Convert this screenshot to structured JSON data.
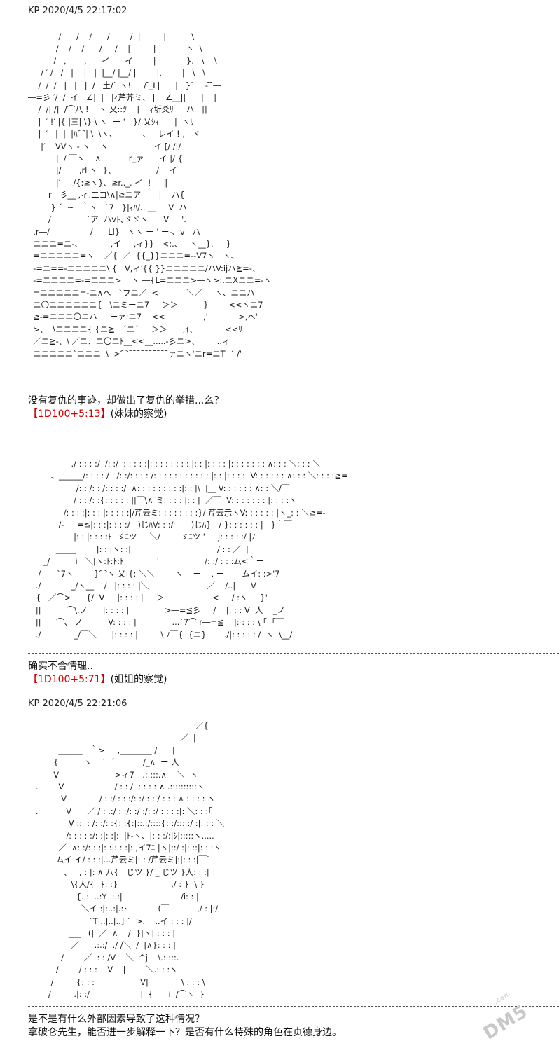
{
  "posts": [
    {
      "stamp": "KP 2020/4/5 22:17:02",
      "art": "            /      /    /      /        /  |         |          \\\n           /    /    /      /     /    |         |            ヽ  \\\n          /   ,       ,      イ      イ        |            }.   \\    \\\n     / ′ /   /   |    |   |  |__/ |__/ |        |,        |   \\   \\\n    /  /  /   |   |   |  /   土/` ヽ!     / ̄_L|      |   }` ー- ̄ ̄―\n―=彡 ′/  /  イ   ∠|  |   |ｨ芹芥ミ、 |    ∠__||      |    |\n    /  /| /|  /⌒八 !    ヽ 乂::ﾂ    |    ｨ圻爻ﾘ     ハ   ||\n    |  ′ !′ |{ |三| \\} \\ ヽ  ー '   }/ 乂ｼｨ      |  ヽﾘ\n    |  ′   |  |  |ﾊ⌒| \\  \\ヽ、          、   レイ ! ,   ヾ\n     |′    VVヽ ‐ ヽ    ヽ                  イ [/ /|/\n           |  / ￣ヽ    ∧           r_ァ      イ |/ {'\n           |/       ,rl ヽ  }、                /    イ\n           |′     /{:≧ヽ}、≧r.._. イ  !     ‖\n        r―彡__ ,ィ.二コ\\∧|≧ニア       |    ハ{\n         }'´  ~   ｀ヽ   `7   }|ｨﾊ/.. __     V  ハ\n        /              `ア  ハvﾄ､ゞゞヽ      V     '.\n  ,r―/                /      Ll}   ヽヽ ー ' ー-、v   ハ\n  ニニニ=ニ-、           ,イ     ,ィ}}―<:.、   ヽ__}.     }\n  =ニニニニニ=ヽ    ／{  ／  {{_}}ニニニ=--V7ヽ｀ヽ、\n  -=ニ==-ニニニニニ\\ {   V,ィ′{{ }}ニニニニニ/ハV:ijハ≧=-、\n  -=ニニニニ=-=ニニニ>    ヽ ―{L=ニニニ>―ヽ>:.ニXニニ=-ヽ\n  =ニニニニニ=-ニ∧ヘ   `フニ／  <           ＼／     ヽ、ニニハ\n  ニ〇ニニニニニニ{   \\ニミーニ7     ＞＞          }        <<ヽニ7\n  ≧-=ニニニ〇ニハ     ーァ:ニ7    <<               ,'            >,ヘ'\n  >、  \\ニニニニ{ {ニ≧ー´ニ´     ＞＞      ,ｲ、           <<ﾘ\n  ／ニ≧-、\\ ／ニ、ニ〇ニﾄ__<<__.....-彡ニ>、       ..ィ\n  ニニニニニ`ニニニ  \\  >⌒¯¯¯¯¯¯¯¯¯¯ァニヽ'ニr=ニT  ´ /'",
      "caption": "没有复仇的事迹，却做出了复仇的举措...么？",
      "dice": "【1D100+5:13】",
      "dice_note": "(妹妹的察觉)"
    },
    {
      "art": "                 ./ : : : :/  /: :/  : : : : :|: : : : : : : : |: : |: : : : |: : : : : : : ∧: : : ＼: : : ＼\n         、______/: : : : /   /: :/: : : : /: : : : : : : : : : : |: : |: : : : |V: : : : : : ∧: : : ＼: : : :≧=\n                   /: : /: : /: : : :/  ∧: : : : : : : : :|: : |\\  |__ V: : : : : : ∧: : ＼/￣\n                  / : : /: :{: : : : : ||￣\\∧ ミ: : : : |: : |  ／￣  V: : : : : : : |: : : :ヽ\n              /: : : :|: : : |: : : : :|/芹云ミ: : : : : : : :}/ 芹云示ヽV: : : : : : |ヽ_: : ＼≧=-\n            /-―  =≦|: : :|: : : :/   )じﾊV: : :/       )じﾊ}   / }: : : : : : |   }｀￣\n                  |: : |: : : :ﾄ  ゞﾆツ     ＼/        ゞﾆツ '     j: : : : :/ |ﾉ\n           _____   ー  |: : |ヽ: :|                                  / : : ／  |\n      _/          i   ＼|ヽ:ﾄ:ﾄ:ﾄ             '                  /: :/ : : :ム<｀ー\n    /￣￣`7ヽ        }⌒ヽ 乂|{: ＼＼        ヽ    ー    , ー       ムイ: :>'7\n   ./            _/ヽ__    /   |: : : : |＼                       ／    /..|      V\n   {   ／⌒>      {/  V     |: : : : |     ＞                   <     / :ヽ     }'\n   ||          ̄⌒\\.ノ      |: : : : |              >―=≦彡     /    |: : : V  人    _ノ\n   ||      ⌒、 ノ          V: : : : |              ...`7⌒ r―=≦    |: : : : \\ ｢  ｢￣\n   ./             _/￣＼      |: : : : |         \\ ﾉ￣{  {ニ}       ./|: : : : : /  ヽ  \\__/",
      "caption": "确实不合情理..",
      "dice": "【1D100+5:71】",
      "dice_note": "(姐姐的察觉)"
    },
    {
      "stamp": "KP 2020/4/5 22:21:06",
      "art": "                                                                  ／{\n                                                            ／  |\n            ______   ｀>     ,________ /      |\n          {          ヽ    `  ´           /_∧  ー 人\n          V                      >ィ7￣.:.:::.∧ ￣＼  ヽ\n   .        V                    / : : /  : : : : ∧ .::::::::::ヽ\n             V             / : :/ : : :/: :/ : : / : : : ∧ : : : : ヽ\n   .           V ＿  ／ / : .:/ : :/: :/ :/: :/ : : : :|: ＼: : :｢\n                V ::  : /: :/: :{: :{:|::.:/::::{: :/:::::/ :|: : : ＼\n               /: : : : :/: :|: :|:  |ﾄ‐ヽ、|: : :/:|ｼ|:::::ヽ.....\n            ／  ∧: :/: : :|: :|: : :|: ,イ7ﾆ |ヽ|::/ :|: ::|: : :ヽ\n           ムイ イ/ : : :|...芹云ミ|: : /芹云ミ|:|: : :|￣`\n              、   ,|: |: ∧ 八{   じツ }/ _ じツ }人: : :|\n                 \\{人/{  }: :}                     ,/ : }  \\ }\n                   {..:  ..:Y  :.:|                       /i: : |\n                     ＼イ :|:..:|.:ﾄ            (￣           ,/ : |:/\n                        `T|..|..|..] `  >.    ..イ : : : |/\n                ___   (|  ／  ∧    /  }|ヽ| : : : |\n                 ／      .:.:/  ./ /＼  /  |∧}: : : |\n             /        ／  : : /V    ＼  ^j    \\.:.:::.\n           /        / : : :    V    |        ＼.: : :ヽ\n         /         {: : :                  V|             \\ : : : \\\n        /         .|: :/                    |  {      i  /⌒ヽ  }",
      "caption": "是不是有什么外部因素导致了这种情况？",
      "caption2": "拿破仑先生，能否进一步解释一下？是否有什么特殊的角色在贞德身边。"
    }
  ],
  "watermark": {
    "main": "DM5",
    "sub": ".com"
  }
}
